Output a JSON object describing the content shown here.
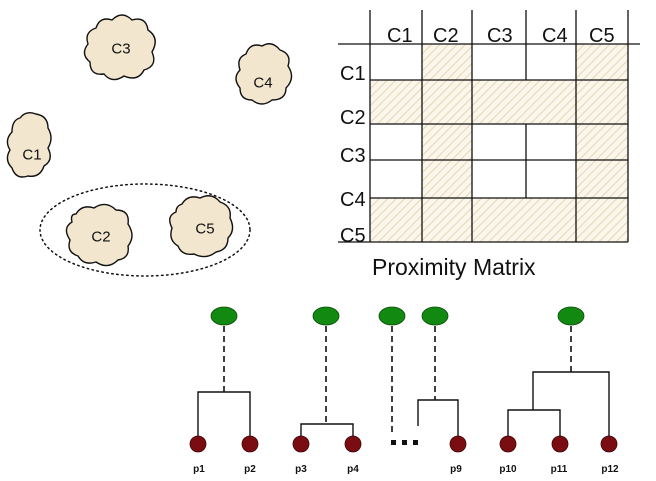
{
  "clusters": [
    {
      "id": "c3",
      "label": "C3"
    },
    {
      "id": "c4",
      "label": "C4"
    },
    {
      "id": "c1",
      "label": "C1"
    },
    {
      "id": "c2",
      "label": "C2"
    },
    {
      "id": "c5",
      "label": "C5"
    }
  ],
  "matrix": {
    "title": "Proximity Matrix",
    "columns": [
      "C1",
      "C2",
      "C3",
      "C4",
      "C5"
    ],
    "rows": [
      "C1",
      "C2",
      "C3",
      "C4",
      "C5"
    ],
    "hatched_rows": [
      "C2",
      "C5"
    ],
    "hatched_columns": [
      "C2",
      "C5"
    ],
    "hatch_color": "#e6d8b8"
  },
  "dendrogram": {
    "points": [
      "p1",
      "p2",
      "p3",
      "p4",
      "p9",
      "p10",
      "p11",
      "p12"
    ],
    "root_color": "#128a12",
    "leaf_color": "#7a0d12"
  }
}
